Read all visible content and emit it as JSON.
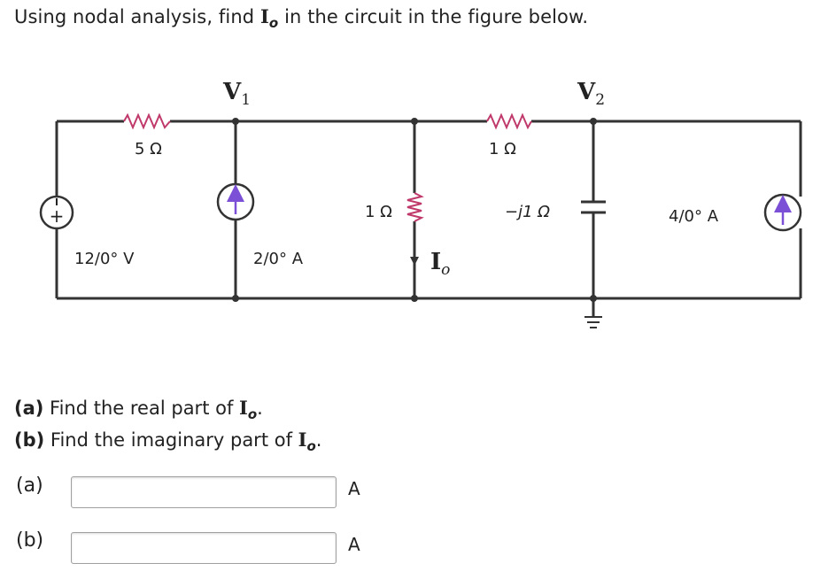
{
  "prompt": {
    "text_before": "Using nodal analysis, find ",
    "var_main": "I",
    "var_sub": "o",
    "text_after": " in the circuit in the figure below."
  },
  "circuit": {
    "node1_label": "V",
    "node1_sub": "1",
    "node2_label": "V",
    "node2_sub": "2",
    "r_5": "5 Ω",
    "r_1_top": "1 Ω",
    "r_1_vert": "1 Ω",
    "cap": "−j1 Ω",
    "vsrc": "12/0° V",
    "isrc_left": "2/0° A",
    "isrc_right": "4/0° A",
    "io_main": "I",
    "io_sub": "o",
    "plus": "+",
    "minus": "−",
    "colors": {
      "wire": "#333333",
      "arrow": "#7b4fd6",
      "text": "#222222"
    }
  },
  "questions": {
    "a_tag": "(a)",
    "a_text": " Find the real part of ",
    "a_var": "I",
    "a_sub": "o",
    "a_end": ".",
    "b_tag": "(b)",
    "b_text": " Find the imaginary part of ",
    "b_var": "I",
    "b_sub": "o",
    "b_end": "."
  },
  "answers": [
    {
      "label": "(a)",
      "value": "",
      "unit": "A"
    },
    {
      "label": "(b)",
      "value": "",
      "unit": "A"
    }
  ]
}
